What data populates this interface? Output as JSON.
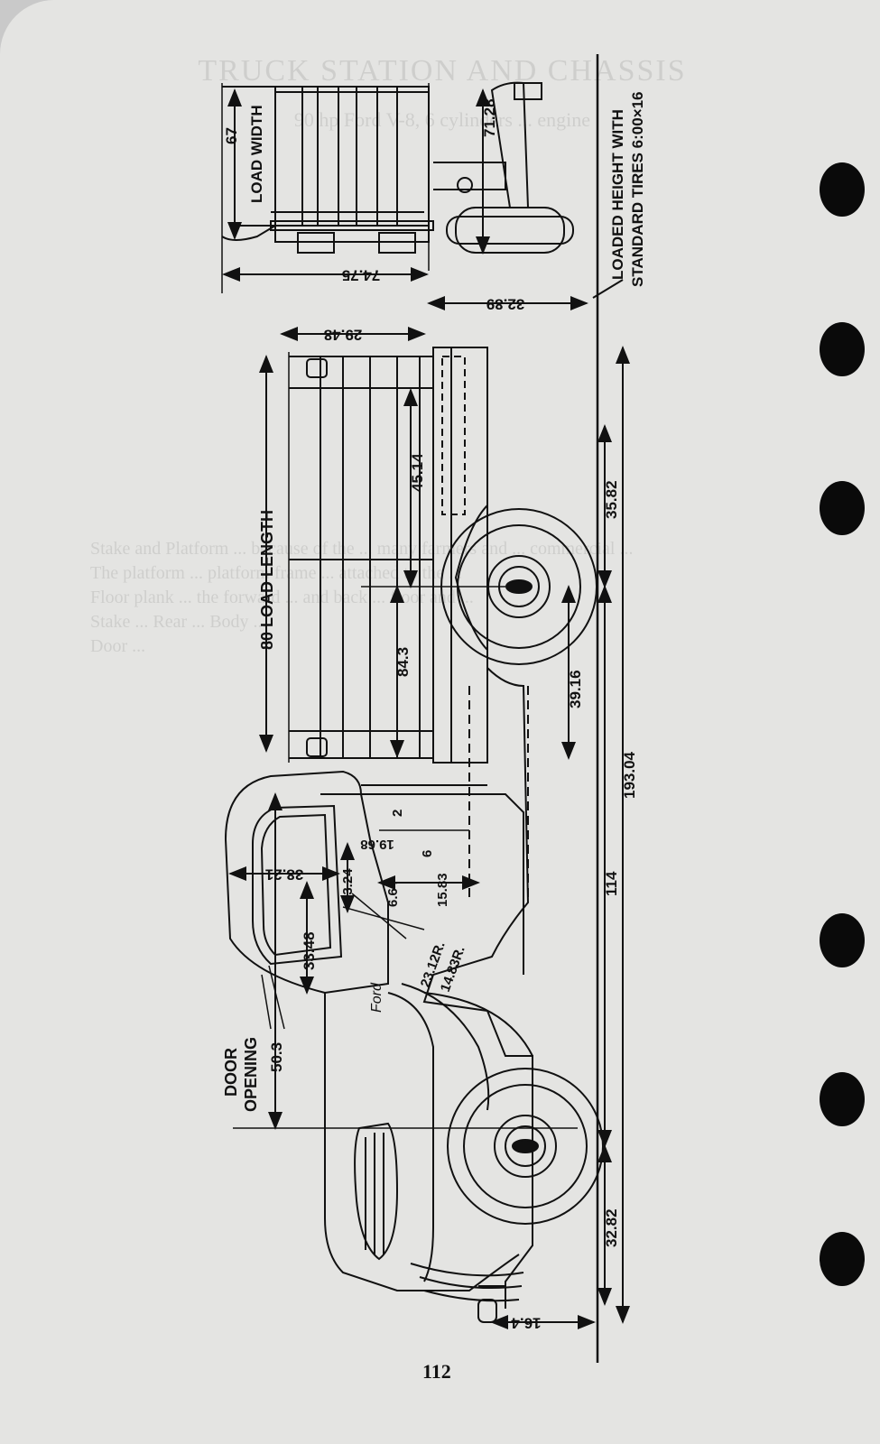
{
  "page_number": "112",
  "bleed_through": {
    "heading_line1": "TRUCK STATION AND CHASSIS",
    "heading_line2": "90 hp Ford V-8, 6 cylinders ... engine",
    "paragraphs": [
      "Stake and Platform ... because of the ... many farmers and ... commercial ...",
      "The platform ... platform frame ... attached to the ...",
      "Floor plank ... the forward ... and back ... floor and ...",
      "Stake ... Rear ... Body ...",
      "Door ..."
    ]
  },
  "diagram": {
    "labels": {
      "load_width": "LOAD WIDTH",
      "load_width_value": "67",
      "overall_width": "74.75",
      "height_7128": "71.28",
      "loaded_height_line1": "LOADED HEIGHT WITH",
      "loaded_height_line2": "STANDARD TIRES 6:00×16",
      "ground_clearance": "32.89",
      "stake_height": "29.48",
      "load_length": "80 LOAD LENGTH",
      "rear_axle_height": "45.14",
      "rear_overhang": "35.82",
      "dim_843": "84.3",
      "dim_3916": "39.16",
      "overall_length": "193.04",
      "wheelbase": "114",
      "front_overhang": "32.82",
      "bumper": "16.4",
      "cab_3821": "38.21",
      "cab_1968": "19.68",
      "cab_2": "2",
      "cab_1324": "13.24",
      "cab_6": "6",
      "cab_664": "6.64",
      "cab_1583": "15.83",
      "cab_3348": "33.48",
      "radius_2312": "23.12R.",
      "radius_1483": "14.83R.",
      "door_opening_line1": "DOOR",
      "door_opening_line2": "OPENING",
      "door_opening_value": "50.3",
      "emblem": "Ford"
    }
  }
}
